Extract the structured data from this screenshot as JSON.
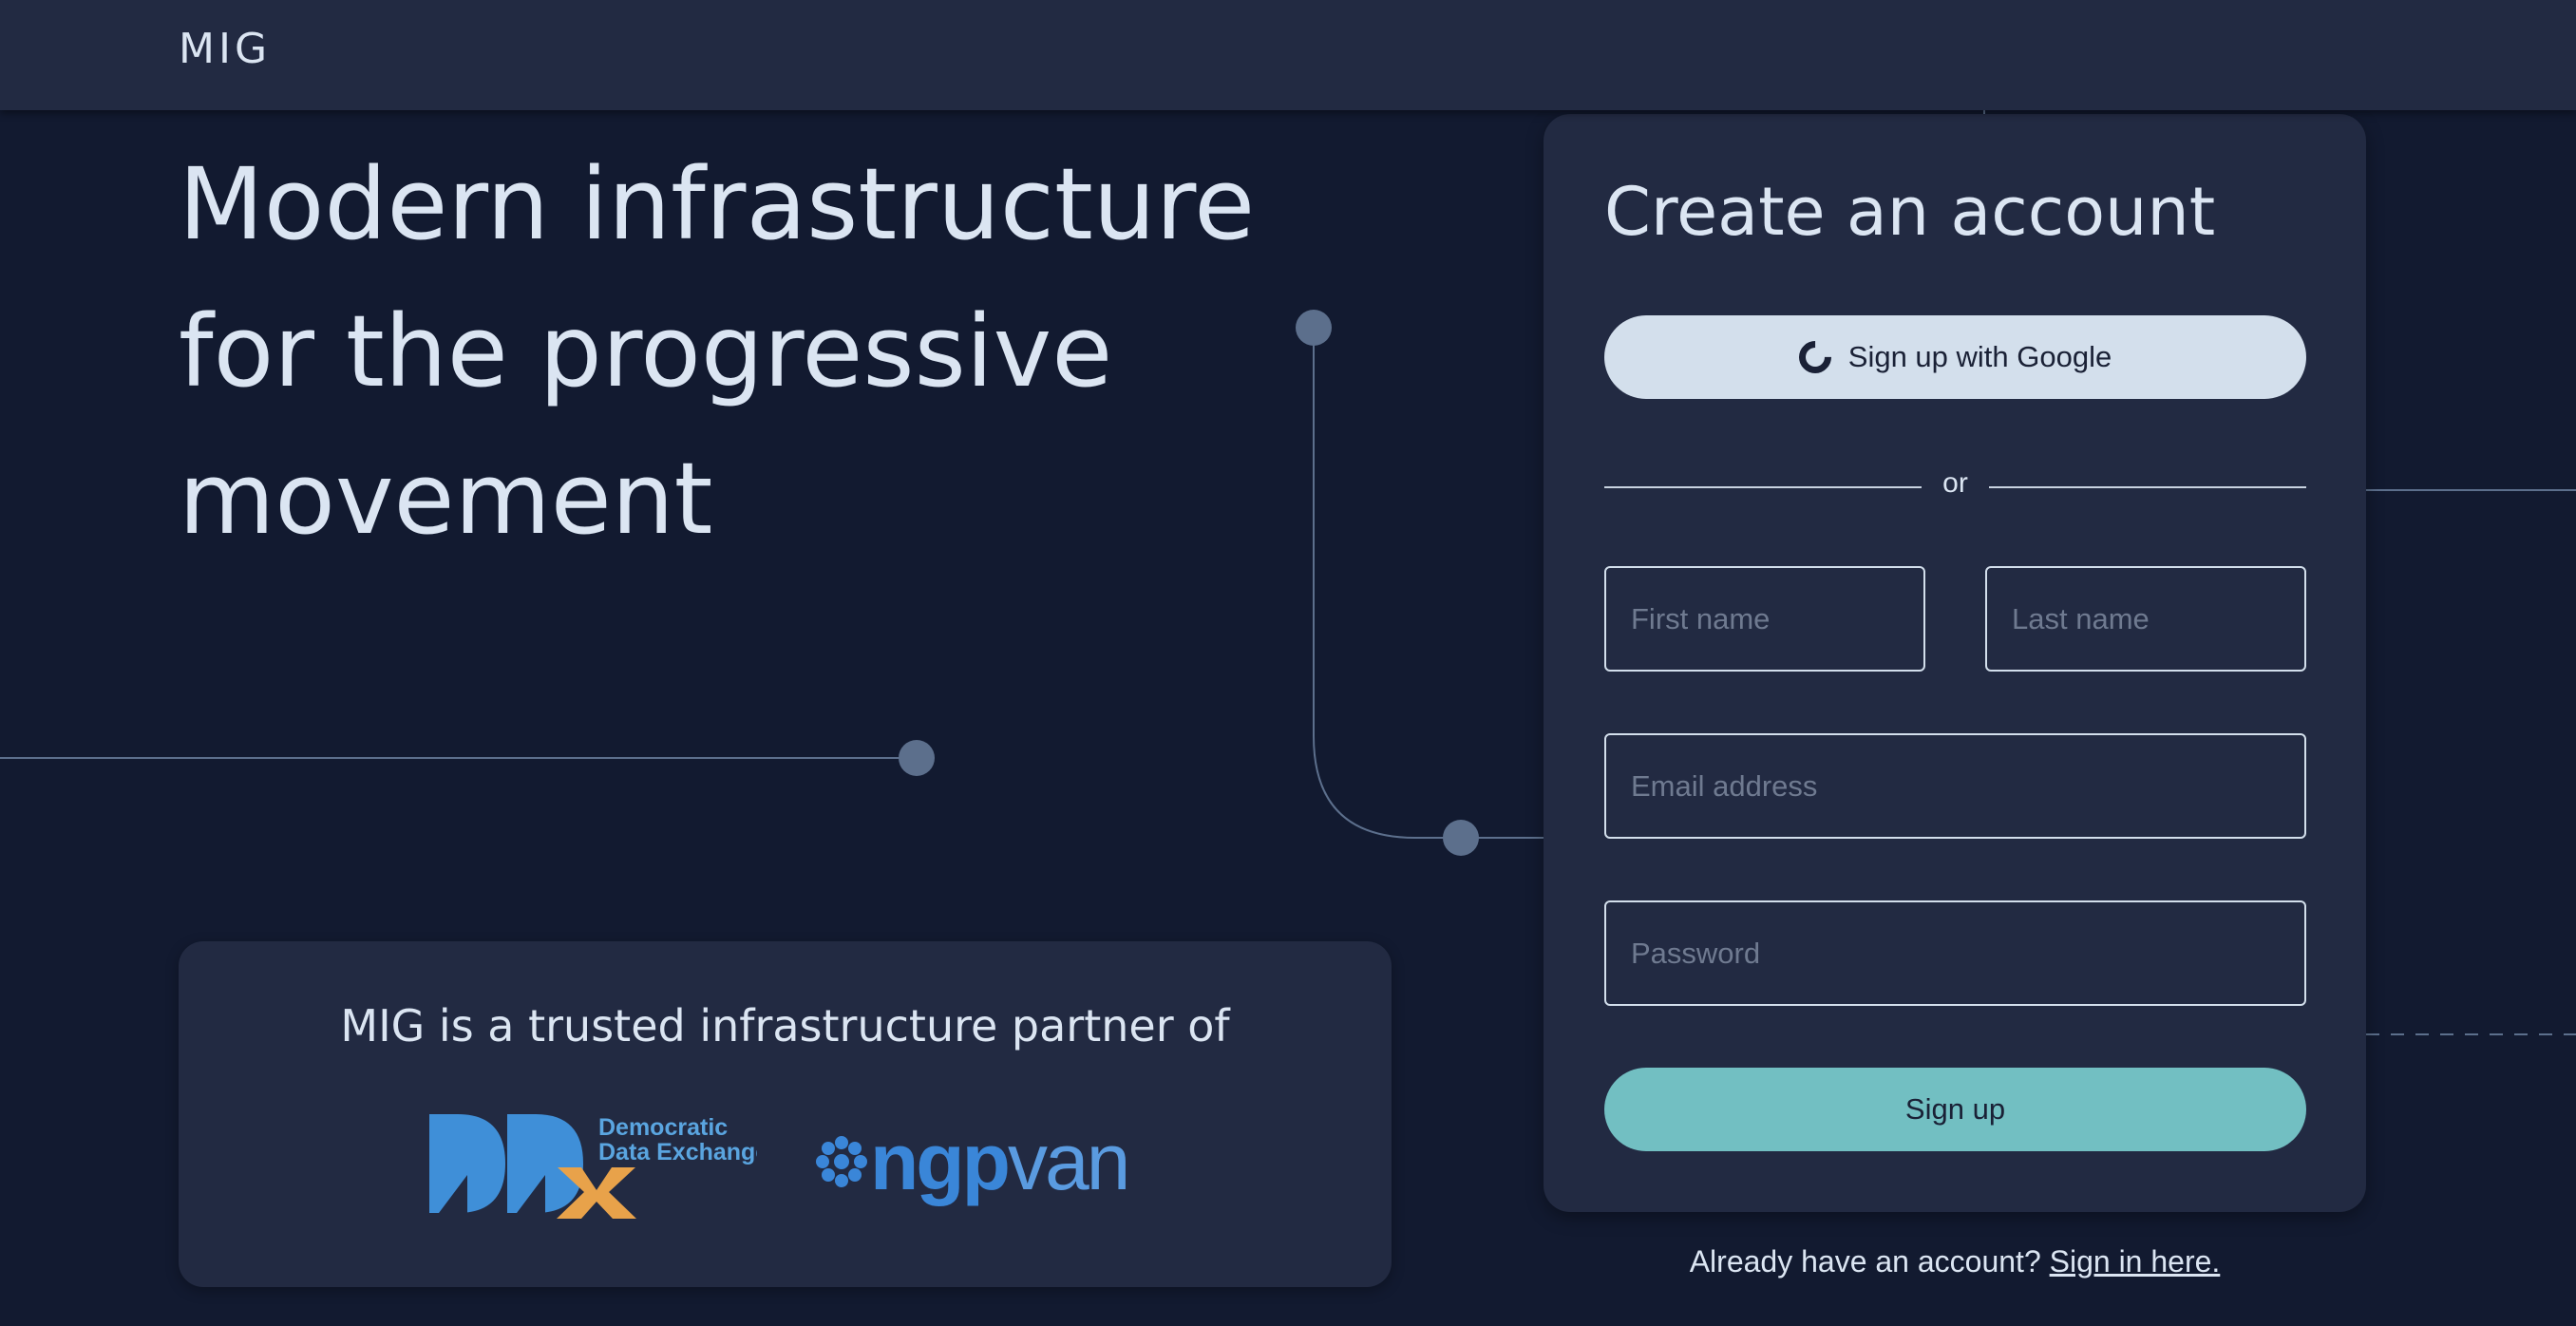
{
  "header": {
    "logo": "MIG"
  },
  "hero": {
    "lines": [
      "Modern infrastructure",
      "for the progressive",
      "movement"
    ]
  },
  "signup_card": {
    "title": "Create an account",
    "google_button": "Sign up with Google",
    "divider": "or",
    "first_name_placeholder": "First name",
    "last_name_placeholder": "Last name",
    "email_placeholder": "Email address",
    "password_placeholder": "Password",
    "submit_button": "Sign up"
  },
  "signin": {
    "prompt": "Already have an account?",
    "link": "Sign in here."
  },
  "partners": {
    "heading": "MIG is a trusted infrastructure partner of",
    "ddx": {
      "line1": "Democratic",
      "line2": "Data Exchange"
    },
    "ngp": {
      "word1": "ngp",
      "word2": "van"
    }
  },
  "colors": {
    "background": "#121a30",
    "panel": "#222a42",
    "text": "#dbe5f2",
    "google_button": "#d3dfec",
    "signup_button": "#72bfc2",
    "connector": "#5c6f8c",
    "ddx_blue": "#3f8fd8",
    "ddx_orange": "#e8a24a",
    "ngp_blue": "#3a86d8"
  }
}
